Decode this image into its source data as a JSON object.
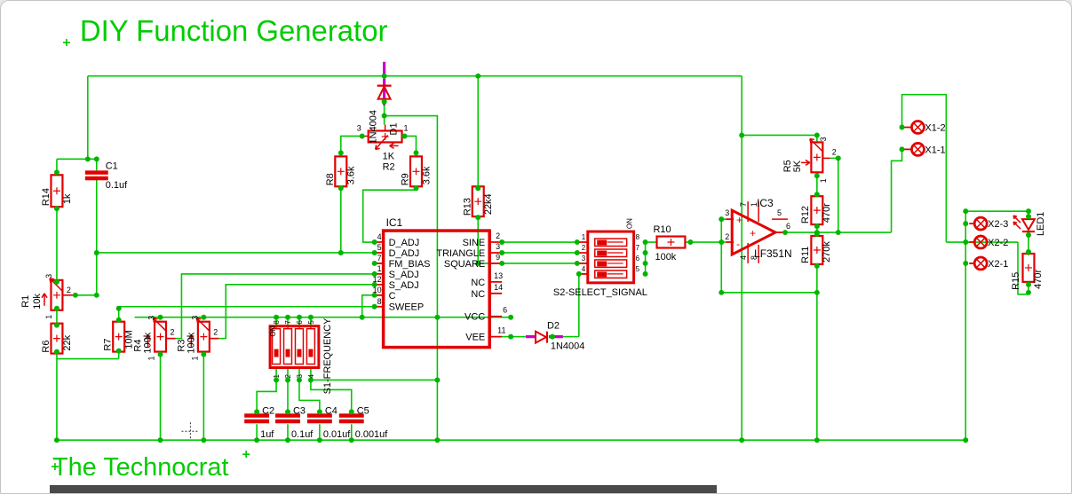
{
  "title": "DIY Function Generator",
  "footer": "The Technocrat",
  "colors": {
    "wire_green": "#00C800",
    "component_red": "#E00000",
    "net_magenta": "#C800C8",
    "text_black": "#000000",
    "title_green": "#00CC00"
  },
  "parts": {
    "C1": {
      "ref": "C1",
      "value": "0.1uf"
    },
    "C2": {
      "ref": "C2",
      "value": "1uf"
    },
    "C3": {
      "ref": "C3",
      "value": "0.1uf"
    },
    "C4": {
      "ref": "C4",
      "value": "0.01uf"
    },
    "C5": {
      "ref": "C5",
      "value": "0.001uf"
    },
    "R1": {
      "ref": "R1",
      "value": "10k"
    },
    "R2": {
      "ref": "R2",
      "value": "1K"
    },
    "R3": {
      "ref": "R3",
      "value": "100k"
    },
    "R4": {
      "ref": "R4",
      "value": "100k"
    },
    "R5": {
      "ref": "R5",
      "value": "5K"
    },
    "R6": {
      "ref": "R6",
      "value": "22k"
    },
    "R7": {
      "ref": "R7",
      "value": "10M"
    },
    "R8": {
      "ref": "R8",
      "value": "3.6k"
    },
    "R9": {
      "ref": "R9",
      "value": "3.6k"
    },
    "R10": {
      "ref": "R10",
      "value": "100k"
    },
    "R11": {
      "ref": "R11",
      "value": "270k"
    },
    "R12": {
      "ref": "R12",
      "value": "470r"
    },
    "R13": {
      "ref": "R13",
      "value": "22k4"
    },
    "R14": {
      "ref": "R14",
      "value": "1k"
    },
    "R15": {
      "ref": "R15",
      "value": "470r"
    },
    "D1": {
      "ref": "D1",
      "value": "1N4004"
    },
    "D2": {
      "ref": "D2",
      "value": "1N4004"
    },
    "LED1": {
      "ref": "LED1"
    },
    "IC1": {
      "ref": "IC1"
    },
    "IC3": {
      "ref": "IC3",
      "value": "LF351N"
    },
    "S1": {
      "label": "S1-FREQUENCY",
      "on": "ON"
    },
    "S2": {
      "label": "S2-SELECT_SIGNAL",
      "on": "ON"
    }
  },
  "ic1_pins": {
    "left": [
      {
        "num": "4",
        "name": "D_ADJ"
      },
      {
        "num": "5",
        "name": "D_ADJ"
      },
      {
        "num": "7",
        "name": "FM_BIAS"
      },
      {
        "num": "1",
        "name": "S_ADJ"
      },
      {
        "num": "12",
        "name": "S_ADJ"
      },
      {
        "num": "10",
        "name": "C"
      },
      {
        "num": "8",
        "name": "SWEEP"
      }
    ],
    "right": [
      {
        "num": "2",
        "name": "SINE"
      },
      {
        "num": "3",
        "name": "TRIANGLE"
      },
      {
        "num": "9",
        "name": "SQUARE"
      },
      {
        "num": "13",
        "name": "NC"
      },
      {
        "num": "14",
        "name": "NC"
      },
      {
        "num": "6",
        "name": "VCC"
      },
      {
        "num": "11",
        "name": "VEE"
      }
    ]
  },
  "ic3_pins": {
    "in_plus": "3",
    "in_minus": "2",
    "out": "6",
    "top_a": "7",
    "top_b": "1",
    "comp": "5",
    "bot_a": "4",
    "bot_b": "8",
    "plus_sign": "+",
    "minus_sign": "-"
  },
  "pot_pins": {
    "p1": "1",
    "p2": "2",
    "p3": "3"
  },
  "dip_pins": {
    "p1": "1",
    "p2": "2",
    "p3": "3",
    "p4": "4",
    "p5": "5",
    "p6": "6",
    "p7": "7",
    "p8": "8"
  },
  "connectors": {
    "x1_2": "X1-2",
    "x1_1": "X1-1",
    "x2_3": "X2-3",
    "x2_2": "X2-2",
    "x2_1": "X2-1"
  }
}
